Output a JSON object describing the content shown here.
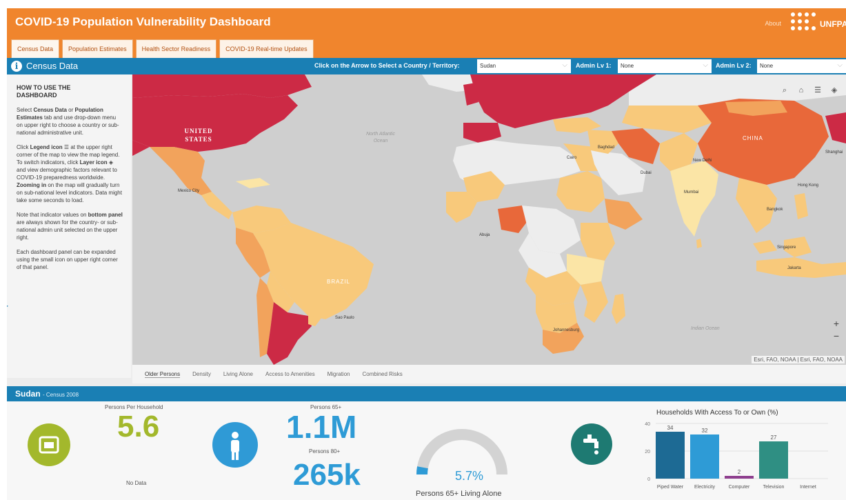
{
  "header": {
    "title": "COVID-19 Population Vulnerability Dashboard",
    "about": "About",
    "logo_text": "UNFPA",
    "tabs": [
      "Census Data",
      "Population Estimates",
      "Health Sector Readiness",
      "COVID-19 Real-time Updates"
    ]
  },
  "bar": {
    "section_title": "Census Data",
    "country_prompt": "Click on the Arrow to Select a Country / Territory:",
    "country_value": "Sudan",
    "admin1_label": "Admin Lv 1:",
    "admin1_value": "None",
    "admin2_label": "Admin Lv 2:",
    "admin2_value": "None"
  },
  "help": {
    "title": "HOW TO USE THE DASHBOARD",
    "p1_a": "Select ",
    "p1_b": "Census Data",
    "p1_c": " or ",
    "p1_d": "Population Estimates",
    "p1_e": " tab and use drop-down menu on upper right to choose a country or sub-national administrative unit.",
    "p2_a": "Click ",
    "p2_b": "Legend icon",
    "p2_c": " at the upper right corner of the map to view the map legend. To switch indicators, click ",
    "p2_d": "Layer icon",
    "p2_e": " and view demographic factors relevant to COVID-19 preparedness worldwide. ",
    "p2_f": "Zooming in",
    "p2_g": " on the map will gradually turn on sub-national level indicators. Data might take some seconds to load.",
    "p3_a": "Note that indicator values on ",
    "p3_b": "bottom panel",
    "p3_c": " are always shown for the country- or sub-national admin unit selected on the upper right.",
    "p4": "Each dashboard panel can be expanded using the small icon on upper right corner of that panel."
  },
  "map": {
    "labels": {
      "united_states": "UNITED STATES",
      "north_atlantic": "North Atlantic Ocean",
      "brazil": "BRAZIL",
      "china": "CHINA",
      "mexico_city": "Mexico City",
      "sao_paulo": "Sao Paulo",
      "baghdad": "Baghdad",
      "cairo": "Cairo",
      "new_delhi": "New Delhi",
      "dubai": "Dubai",
      "mumbai": "Mumbai",
      "hong_kong": "Hong Kong",
      "bangkok": "Bangkok",
      "singapore": "Singapore",
      "jakarta": "Jakarta",
      "johannesburg": "Johannesburg",
      "shanghai": "Shanghai",
      "indian_ocean": "Indian Ocean",
      "abuja": "Abuja"
    },
    "attribution": "Esri, FAO, NOAA | Esri, FAO, NOAA",
    "tools": [
      "search-icon",
      "home-icon",
      "legend-icon",
      "layers-icon"
    ],
    "zoom_in": "+",
    "zoom_out": "−",
    "colors": {
      "ocean": "#cfcfcf",
      "land_nodata": "#ededed",
      "high": "#cc2a45",
      "upper": "#e8683a",
      "mid": "#f2a35c",
      "low": "#f8c97b",
      "lowest": "#fbe5a6"
    }
  },
  "map_tabs": [
    "Older Persons",
    "Density",
    "Living Alone",
    "Access to Amenities",
    "Migration",
    "Combined Risks"
  ],
  "summary": {
    "country": "Sudan",
    "census": "- Census 2008",
    "pph_label": "Persons Per Household",
    "pph_value": "5.6",
    "no_data": "No Data",
    "p65_label": "Persons 65+",
    "p65_value": "1.1M",
    "p80_label": "Persons 80+",
    "p80_value": "265k",
    "living_alone_value": "5.7%",
    "living_alone_fraction": 0.057,
    "living_alone_label": "Persons 65+ Living Alone"
  },
  "chart_data": {
    "type": "bar",
    "title": "Households With Access To or Own (%)",
    "categories": [
      "Piped Water",
      "Electricity",
      "Computer",
      "Television",
      "Internet"
    ],
    "values": [
      34,
      32,
      2,
      27,
      null
    ],
    "data_labels": [
      "34",
      "32",
      "2",
      "27",
      ""
    ],
    "ylim": [
      0,
      40
    ],
    "yticks": [
      "0",
      "20",
      "40"
    ],
    "colors": [
      "#1d6a94",
      "#2e9bd6",
      "#8e3e8e",
      "#2f8f83",
      "#cccccc"
    ]
  }
}
